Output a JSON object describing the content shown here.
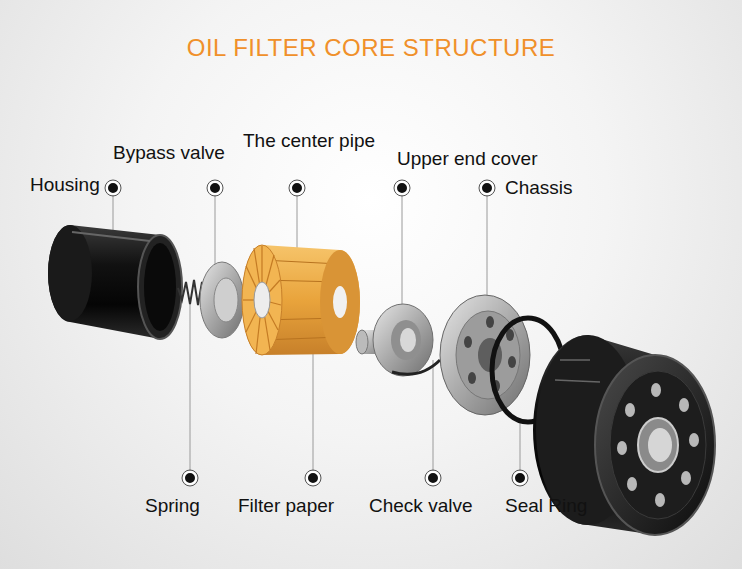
{
  "diagram": {
    "title": "OIL FILTER CORE STRUCTURE",
    "labels": [
      "Housing",
      "Bypass valve",
      "The center pipe",
      "Upper end cover",
      "Chassis",
      "Spring",
      "Filter paper",
      "Check valve",
      "Seal Ring"
    ]
  }
}
